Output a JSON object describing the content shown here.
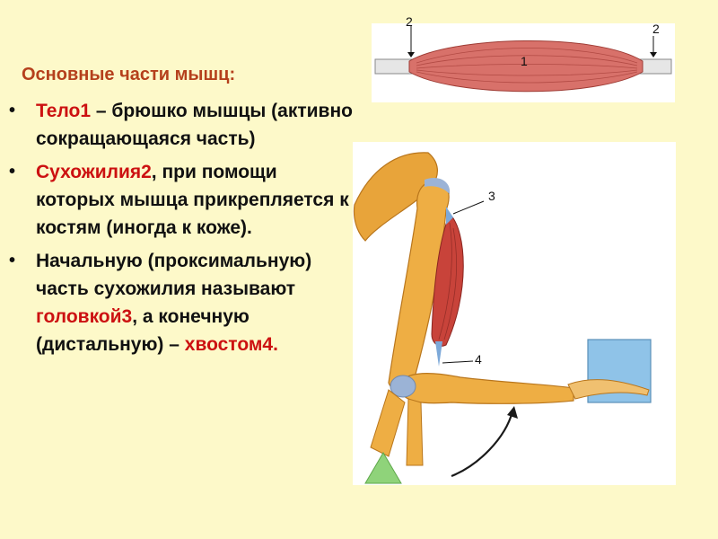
{
  "heading": "Основные части мышц:",
  "bullet_marker": "•",
  "bullets": [
    {
      "hl1": "Тело1",
      "text1": " – брюшко мышцы (активно сокращающаяся часть)",
      "hl2": "",
      "text2": ""
    },
    {
      "hl1": "Сухожилия2",
      "text1": ", при помощи которых мышца прикрепляется к костям (иногда к коже).",
      "hl2": "",
      "text2": ""
    },
    {
      "text0": "Начальную (проксимальную) часть сухожилия называют ",
      "hl1": "головкой3",
      "text1": ", а конечную (дистальную) – ",
      "hl2": "хвостом4."
    }
  ],
  "muscle_labels": {
    "belly": "1",
    "tendon_left": "2",
    "tendon_right": "2"
  },
  "arm_labels": {
    "head": "3",
    "tail": "4"
  },
  "colors": {
    "background": "#fdf9c9",
    "heading": "#b5401c",
    "highlight": "#cc1111",
    "muscle": "#c8433a",
    "bone": "#e8a43a",
    "cube": "#8fc3e8",
    "triangle": "#8fd37a"
  }
}
